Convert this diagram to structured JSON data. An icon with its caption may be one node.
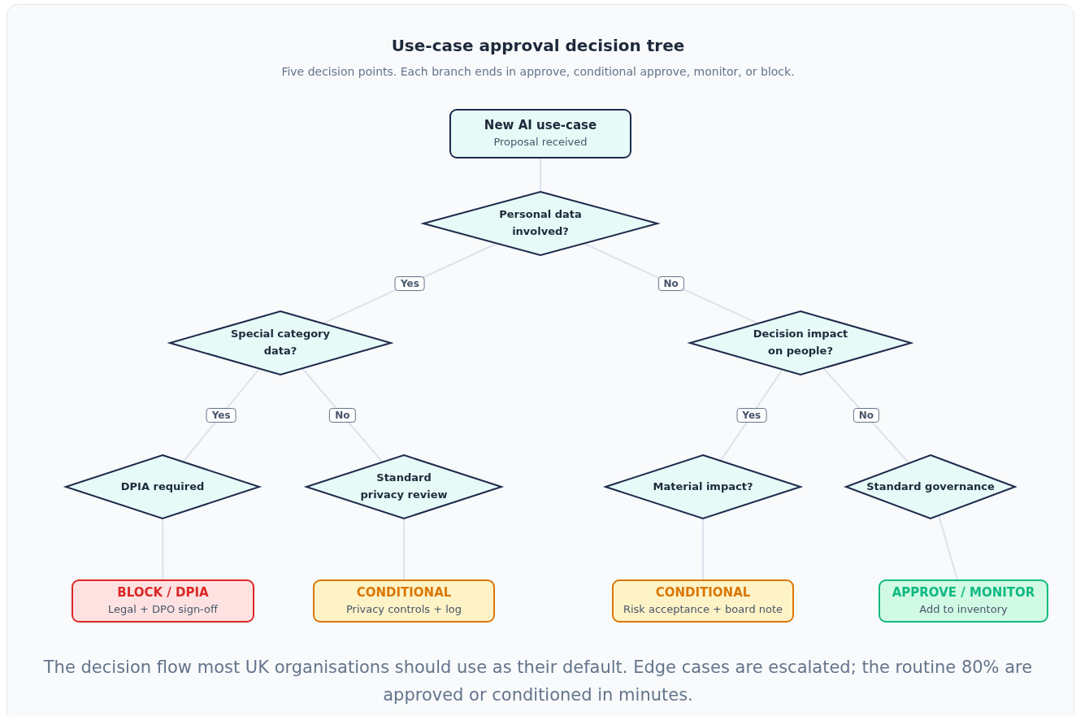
{
  "diagram": {
    "title": "Use-case approval decision tree",
    "caption": "The decision flow most UK organisations should use as their default. Edge cases are escalated; the routine 80% are approved or conditioned in minutes.",
    "nodes": [
      {
        "text": [
          "New AI use-case",
          "Proposal received"
        ]
      },
      {
        "text": [
          "Personal data involved?"
        ]
      },
      {
        "text": [
          "Special category data?"
        ]
      },
      {
        "text": [
          "Decision impact on people?"
        ]
      },
      {
        "text": [
          "DPIA required"
        ]
      },
      {
        "text": [
          "Standard privacy review"
        ]
      },
      {
        "text": [
          "Material impact?"
        ]
      },
      {
        "text": [
          "Standard governance"
        ]
      },
      {
        "text": [
          "BLOCK / DPIA",
          "Legal + DPO sign-off"
        ]
      },
      {
        "text": [
          "CONDITIONAL",
          "Privacy controls + log"
        ]
      },
      {
        "text": [
          "CONDITIONAL",
          "Risk acceptance + board note"
        ]
      },
      {
        "text": [
          "APPROVE / MONITOR",
          "Add to inventory"
        ]
      }
    ],
    "edges": [
      {
        "from": 0,
        "to": 1,
        "arrow": "none"
      },
      {
        "from": 1,
        "to": 2,
        "arrow": "none",
        "label": "Yes"
      },
      {
        "from": 1,
        "to": 3,
        "arrow": "none",
        "label": "No"
      },
      {
        "from": 2,
        "to": 4,
        "arrow": "none",
        "label": "Yes"
      },
      {
        "from": 2,
        "to": 5,
        "arrow": "none",
        "label": "No"
      },
      {
        "from": 3,
        "to": 6,
        "arrow": "none",
        "label": "Yes"
      },
      {
        "from": 3,
        "to": 7,
        "arrow": "none",
        "label": "No"
      },
      {
        "from": 4,
        "to": 8,
        "arrow": "none"
      },
      {
        "from": 5,
        "to": 9,
        "arrow": "none"
      },
      {
        "from": 6,
        "to": 10,
        "arrow": "none"
      },
      {
        "from": 7,
        "to": 11,
        "arrow": "none"
      }
    ],
    "labels": [
      "Five decision points. Each branch ends in approve, conditional approve, monitor, or block."
    ]
  }
}
